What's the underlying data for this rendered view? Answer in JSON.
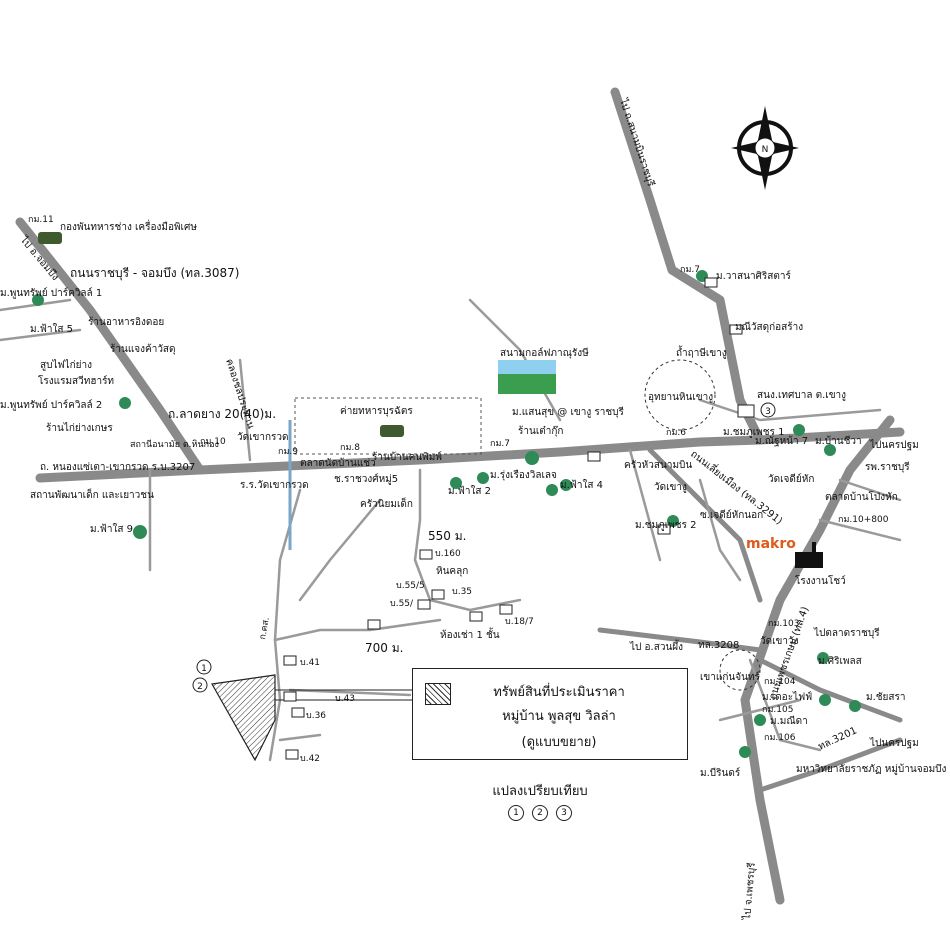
{
  "roads": {
    "route3087": "ถนนราชบุรี - จอมบึง (ทล.3087)",
    "route3208": "ทล.3208",
    "route3291": "ถนนเลี่ยงเมือง (ทล.3291)",
    "route4": "ถนนเพชรเกษม (ทล.4)",
    "route3201": "ทล.3201"
  },
  "directions": {
    "to_jombueng": "ไป อ.จอมบึง",
    "to_ban_pong": "ไป อ.สวนผึ้ง",
    "to_nakhon_pathom": "ไปนครปฐม",
    "to_nakhon_pathom2": "ไปนครปฐม",
    "to_phetchaburi": "ไป จ.เพชรบุรี",
    "to_ratchaburi": "ไปตลาดราชบุรี",
    "to_north": "ไป ถ.สนามบินราชบุรี"
  },
  "places": {
    "km11": "กม.11",
    "army_unit": "กองพันทหารช่าง เครื่องมือพิเศษ",
    "pool_suk_park": "ม.พูนทรัพย์ ปาร์ควิลล์ 1",
    "restaurant": "ร้านอาหารอิงดอย",
    "fa_sai": "ม.ฟ้าใส 5",
    "wat_taeng": "ร้านแจงค้าวัสดุ",
    "pump": "สูบไฟไก่ย่าง",
    "resort": "โรงแรมสวีทฮาร์ท",
    "pool_suk_park2": "ม.พูนทรัพย์ ปาร์ควิลล์ 2",
    "chicken_shop": "ร้านไก่ย่างเกษร",
    "station": "สถานีอนามัย ต.หินกอง",
    "km10": "กม.10",
    "lat_yang": "ถ.ลาดยาง 20(40)ม.",
    "nong_khae": "ถ. หนองแซ่เตา-เขากรวด ร.บ.3207",
    "nursery": "สถานพัฒนาเด็ก และเยาวชน",
    "fa_sai9": "ม.ฟ้าใส 9",
    "wat_khao_kruat": "วัดเขากรวด",
    "km9": "กม.9",
    "school_khao_kruat": "ร.ร.วัดเขากรวด",
    "canal_chonlaprathan": "คลองชลประทาน",
    "market": "ตลาดนัดบ้านแช่ว",
    "camp": "ค่ายทหารบุรฉัตร",
    "km8": "กม.8",
    "rachawong": "ช.ราชวงศ์หมู่5",
    "kruathai": "ครัวนิยมเด็ก",
    "shop_bann": "ร้านบ้านคนพิมพ์",
    "fa_sai2": "ม.ฟ้าใส 2",
    "golf": "สนามกอล์ฟภาณุรังษี",
    "saen_suk": "ม.แสนสุข @ เขางู ราชบุรี",
    "km7": "กม.7",
    "rung_rueang": "ม.รุ่งเรืองวิลเลจ",
    "fa_sai4": "ม.ฟ้าใส 4",
    "restaurant2": "ร้านเต๋ากุ๊ก",
    "km6": "กม.6",
    "cave_reusi": "ถ้ำฤาษีเขางู",
    "mountain_hin": "อุทยานหินเขางู",
    "wasana": "ม.วาสนาศิริสตาร์",
    "km7b": "กม.7",
    "pattana": "มณีวัสดุก่อสร้าง",
    "municipal": "สนง.เทศบาล ต.เขางู",
    "chom_phu": "ม.ชมภูเพชร 1",
    "ban_chiwa": "ม.บ้านชีวา",
    "rin_chan": "ม.ณัฐหน้า 7",
    "wat_khao_ngu": "วัดเขางู",
    "kitchen": "ครัวหัวสนามบิน",
    "wat_chaeng": "วัดเจดีย์หัก",
    "market2": "ตลาดบ้านโป่งหัก",
    "hospital": "รพ.ราชบุรี",
    "soi_chedi": "ซ.เจดีย์หักนอก",
    "chom_phu2": "ม.ชมภูเพชร 2",
    "km10_800": "กม.10+800",
    "makro": "makro",
    "factory": "โรงงานโชว์",
    "dist550": "550 ม.",
    "b160": "บ.160",
    "hin_kluk": "หินคลุก",
    "b55_5": "บ.55/5",
    "b55": "บ.55/",
    "b35": "บ.35",
    "b18_7": "บ.18/7",
    "room": "ห้องเช่า 1 ชั้น",
    "dist700": "700 ม.",
    "ko_so": "ก.คส.",
    "b41": "บ.41",
    "b43": "บ.43",
    "b36": "บ.36",
    "b42": "บ.42",
    "km103": "กม.103",
    "wat_khao_wang": "วัดเขาวัง",
    "khao_kaeo": "เขาแก่นจันทร์",
    "km104": "กม.104",
    "sirin": "ม.ศิริเพลส",
    "chaisak": "ม.ชัยสรา",
    "khrua_fort": "ม.เดอะไฟฟ์",
    "km105": "กม.105",
    "mani": "ม.มณีดา",
    "km106": "กม.106",
    "rajabhat": "มหาวิทยาลัยราชภัฏ หมู่บ้านจอมบึง",
    "sirin2": "ม.บีรินดร์"
  },
  "legend": {
    "line1": "ทรัพย์สินที่ประเมินราคา",
    "line2": "หมู่บ้าน พูลสุข วิลล่า",
    "line3": "(ดูแบบขยาย)"
  },
  "compare": {
    "title": "แปลงเปรียบเทียบ",
    "n1": "1",
    "n2": "2",
    "n3": "3"
  },
  "compass": {
    "north": "N"
  },
  "markers": {
    "c1": "1",
    "c2": "2",
    "c3": "3"
  }
}
